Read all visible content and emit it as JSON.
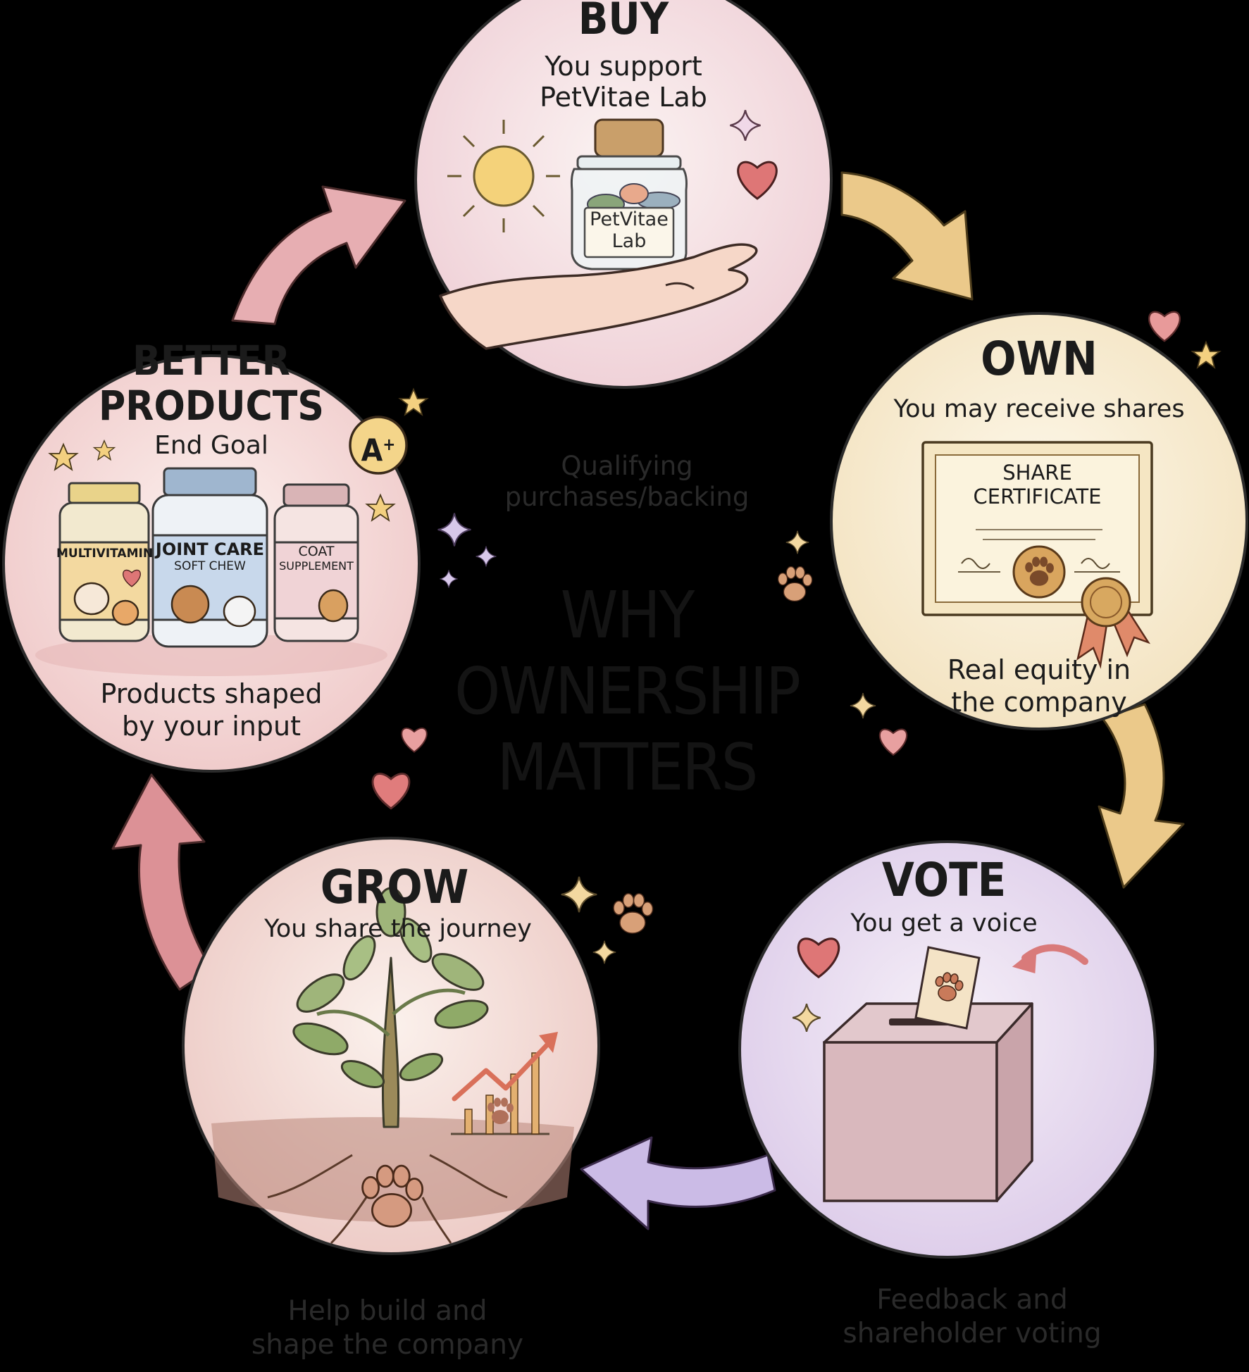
{
  "colors": {
    "background": "#000000",
    "buy_circle": "#f6e3e6",
    "own_circle": "#fbf1dc",
    "vote_circle": "#ece3f2",
    "grow_circle": "#f5e2df",
    "better_circle": "#f8e2e1",
    "arrow_pink": "#e4a6ac",
    "arrow_gold": "#e9c781",
    "arrow_purple": "#c9b7e4",
    "arrow_red": "#d9868b"
  },
  "diagram": {
    "center_title": [
      "WHY",
      "OWNERSHIP",
      "MATTERS"
    ],
    "stages": {
      "buy": {
        "title": "BUY",
        "subtitle": "You support\nPetVitae Lab",
        "jar_label": "PetVitae\nLab",
        "note": "Qualifying\npurchases/backing",
        "icons": [
          "sun-icon",
          "jar-icon",
          "hand-icon",
          "heart-icon",
          "sparkle-icon"
        ]
      },
      "own": {
        "title": "OWN",
        "subtitle": "You may receive shares",
        "certificate_label": "SHARE\nCERTIFICATE",
        "caption": "Real equity in\nthe company",
        "icons": [
          "certificate-icon",
          "seal-icon",
          "ribbon-icon"
        ]
      },
      "vote": {
        "title": "VOTE",
        "subtitle": "You get a voice",
        "note": "Feedback and\nshareholder voting",
        "icons": [
          "ballot-box-icon",
          "paw-ballot-icon",
          "heart-icon",
          "arrow-icon"
        ]
      },
      "grow": {
        "title": "GROW",
        "subtitle": "You share the journey",
        "note": "Help build and\nshape the company",
        "icons": [
          "plant-icon",
          "growth-chart-icon",
          "paw-root-icon"
        ]
      },
      "better_products": {
        "title": "BETTER\nPRODUCTS",
        "subtitle": "End Goal",
        "grade_badge": "A",
        "grade_sup": "+",
        "bottles": [
          {
            "label": "MULTIVITAMIN",
            "sub": ""
          },
          {
            "label": "JOINT CARE",
            "sub": "SOFT CHEW"
          },
          {
            "label": "COAT",
            "sub": "SUPPLEMENT"
          }
        ],
        "caption": "Products shaped\nby your input",
        "icons": [
          "bottle-icon",
          "dog-icon",
          "cat-icon",
          "star-icon"
        ]
      }
    },
    "decorations": [
      "paw-icon",
      "heart-icon",
      "sparkle-icon",
      "star-icon"
    ]
  }
}
